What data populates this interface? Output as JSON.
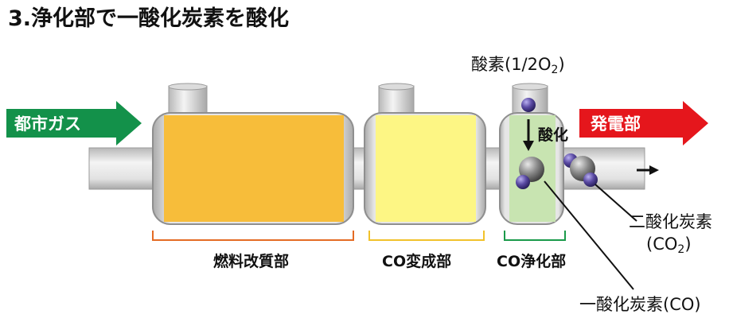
{
  "title": "3.浄化部で一酸化炭素を酸化",
  "inputs": {
    "city_gas": "都市ガス",
    "power_unit": "発電部"
  },
  "oxygen": {
    "label": "酸素(1/2O",
    "sub": "2",
    "close": ")"
  },
  "oxidation_label": "酸化",
  "sections": {
    "reformer": "燃料改質部",
    "co_shift": "CO変成部",
    "co_purify": "CO浄化部"
  },
  "co2": {
    "line1": "二酸化炭素",
    "line2_pre": "(CO",
    "line2_sub": "2",
    "line2_post": ")"
  },
  "co": {
    "label": "一酸化炭素(CO)"
  },
  "colors": {
    "reformer_fill": "#f7bd3a",
    "shift_fill": "#fdf684",
    "purify_fill": "#c8e4b1",
    "city_gas_arrow": "#13914a",
    "power_arrow": "#e5161c",
    "reformer_bracket": "#e46b24",
    "shift_bracket": "#f1c22b",
    "purify_bracket": "#1a9a4a",
    "oxygen_atom": "#5a4aa3",
    "carbon_atom": "#6d6d6d"
  }
}
